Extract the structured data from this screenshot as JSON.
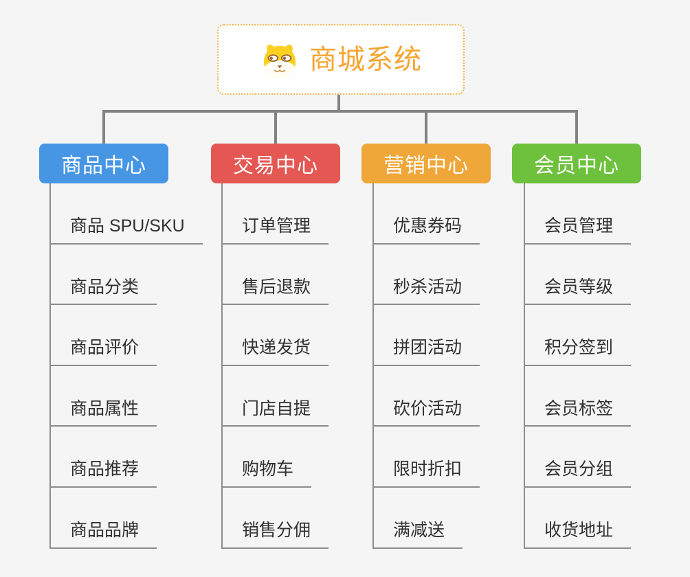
{
  "root": {
    "title": "商城系统",
    "icon": "dog-face-icon"
  },
  "branches": [
    {
      "label": "商品中心",
      "color": "#4796e4",
      "items": [
        "商品 SPU/SKU",
        "商品分类",
        "商品评价",
        "商品属性",
        "商品推荐",
        "商品品牌"
      ]
    },
    {
      "label": "交易中心",
      "color": "#e45752",
      "items": [
        "订单管理",
        "售后退款",
        "快递发货",
        "门店自提",
        "购物车",
        "销售分佣"
      ]
    },
    {
      "label": "营销中心",
      "color": "#efa73a",
      "items": [
        "优惠券码",
        "秒杀活动",
        "拼团活动",
        "砍价活动",
        "限时折扣",
        "满减送"
      ]
    },
    {
      "label": "会员中心",
      "color": "#6ec13c",
      "items": [
        "会员管理",
        "会员等级",
        "积分签到",
        "会员标签",
        "会员分组",
        "收货地址"
      ]
    }
  ],
  "colors": {
    "background": "#f5f5f6",
    "root_border": "#f3b24b",
    "root_text": "#f5a530",
    "connector": "#828282",
    "leaf_line": "#8c8c8c",
    "leaf_text": "#303030"
  }
}
